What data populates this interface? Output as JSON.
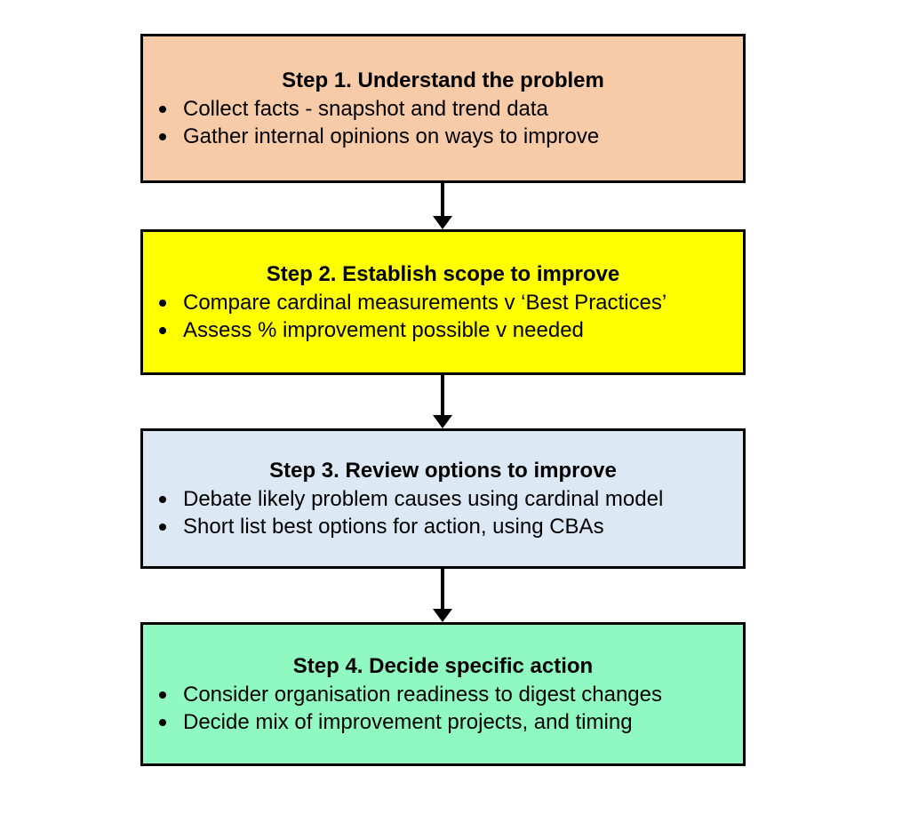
{
  "page": {
    "background": "#FFFFFF",
    "border_color": "#000000",
    "connector_color": "#000000",
    "text_color": "#000000"
  },
  "flowchart": {
    "steps": [
      {
        "id": "step-1",
        "title": "Step 1. Understand the problem",
        "bullets": [
          "Collect facts - snapshot and trend data",
          "Gather internal opinions on ways to improve"
        ],
        "fill": "#F7CBA8"
      },
      {
        "id": "step-2",
        "title": "Step 2. Establish scope to improve",
        "bullets": [
          "Compare cardinal measurements v ‘Best Practices’",
          "Assess % improvement possible v needed"
        ],
        "fill": "#FFFF00"
      },
      {
        "id": "step-3",
        "title": "Step 3. Review options to improve",
        "bullets": [
          "Debate likely problem causes using cardinal model",
          "Short list best options for action, using CBAs"
        ],
        "fill": "#DCE9F5"
      },
      {
        "id": "step-4",
        "title": "Step 4. Decide specific action",
        "bullets": [
          "Consider organisation readiness to digest changes",
          "Decide mix of improvement projects, and timing"
        ],
        "fill": "#8FF9C1"
      }
    ]
  }
}
